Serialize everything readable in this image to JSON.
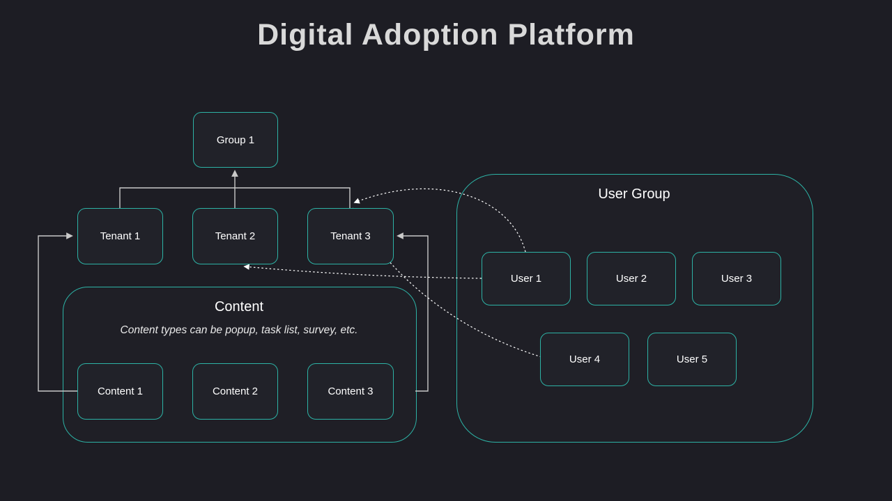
{
  "title": "Digital Adoption Platform",
  "colors": {
    "background": "#1d1d24",
    "accent": "#2db3a6",
    "text": "#ffffff",
    "connector": "#c9c9c9",
    "title_text": "#d9d9d9"
  },
  "group": {
    "label": "Group 1"
  },
  "tenants": [
    "Tenant 1",
    "Tenant 2",
    "Tenant 3"
  ],
  "content": {
    "title": "Content",
    "subtitle": "Content types can be popup, task list, survey, etc.",
    "items": [
      "Content 1",
      "Content 2",
      "Content 3"
    ]
  },
  "user_group": {
    "title": "User Group",
    "users": [
      "User 1",
      "User 2",
      "User 3",
      "User 4",
      "User 5"
    ]
  }
}
